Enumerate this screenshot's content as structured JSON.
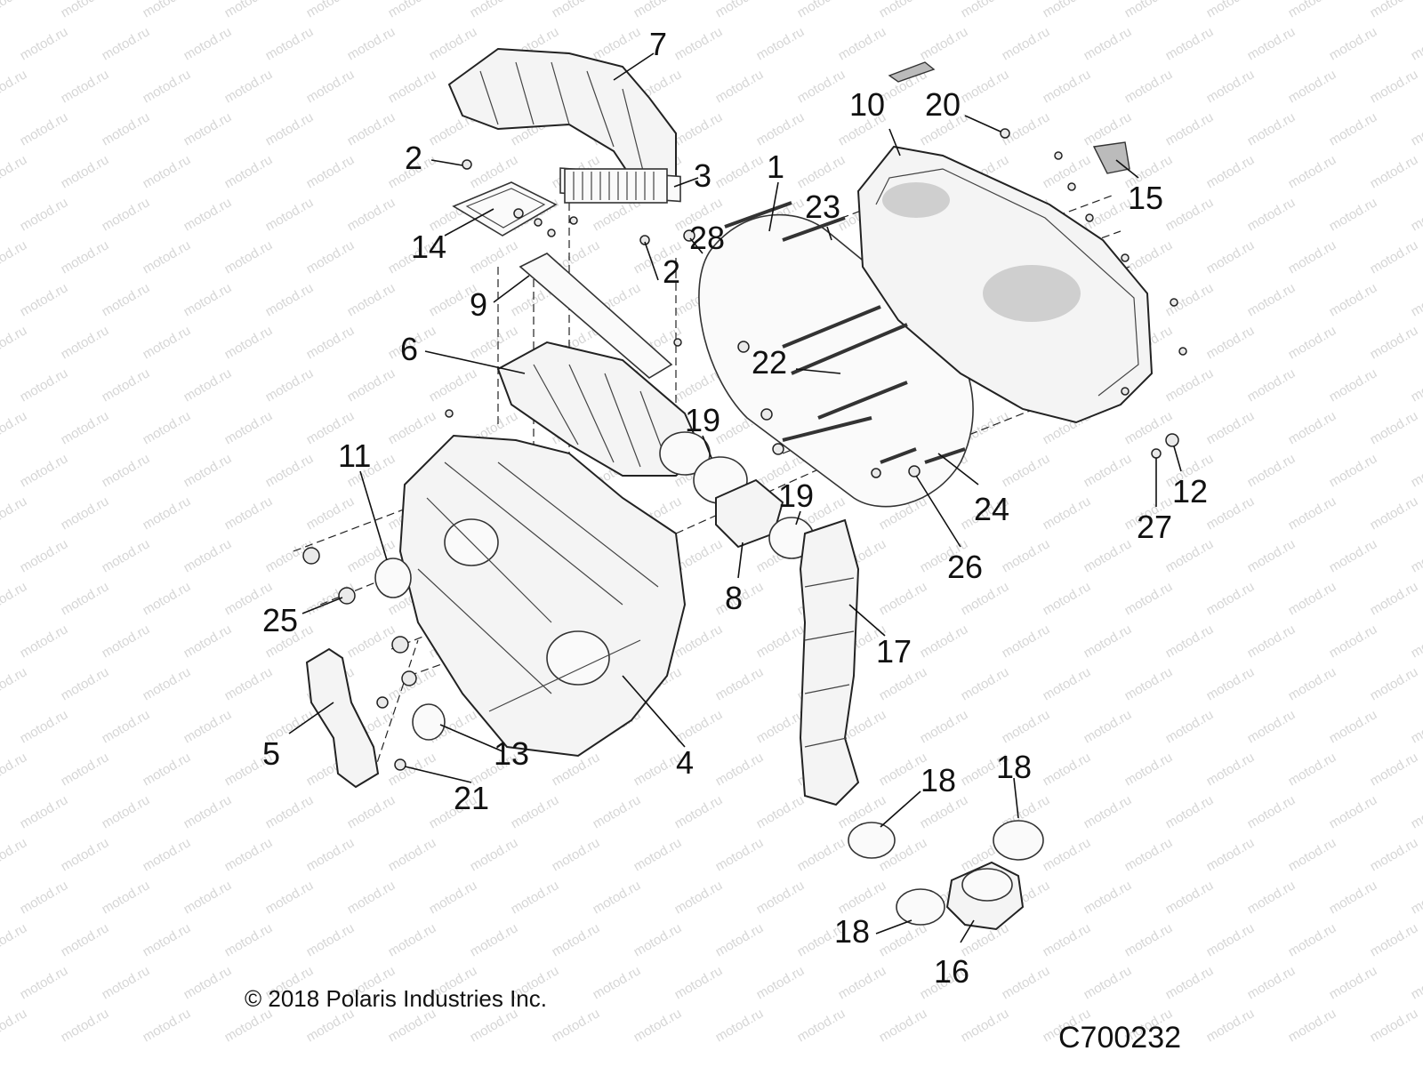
{
  "watermark": {
    "text": "motod.ru"
  },
  "copyright": "© 2018 Polaris Industries Inc.",
  "drawing_code": "C700232",
  "callouts": [
    "1",
    "2",
    "2",
    "3",
    "4",
    "5",
    "6",
    "7",
    "8",
    "9",
    "10",
    "11",
    "12",
    "13",
    "14",
    "15",
    "16",
    "17",
    "18",
    "18",
    "18",
    "19",
    "19",
    "20",
    "21",
    "22",
    "23",
    "24",
    "25",
    "26",
    "27",
    "28"
  ]
}
